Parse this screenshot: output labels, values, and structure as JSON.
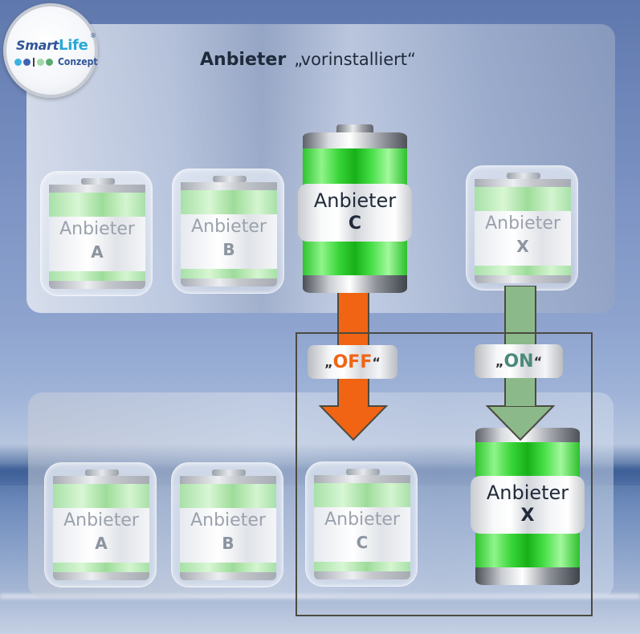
{
  "logo": {
    "brand_part1": "Smart",
    "brand_part2": "Life",
    "registered": "®",
    "subtitle": "Conzept",
    "dot_colors": [
      "#3bb3e0",
      "#3f63b3",
      "#9fd9a8",
      "#5aa873"
    ]
  },
  "heading": {
    "bold": "Anbieter",
    "normal": "„vorinstalliert“"
  },
  "top_row": [
    {
      "line1": "Anbieter",
      "line2": "A",
      "state": "inactive"
    },
    {
      "line1": "Anbieter",
      "line2": "B",
      "state": "inactive"
    },
    {
      "line1": "Anbieter",
      "line2": "C",
      "state": "active"
    },
    {
      "line1": "Anbieter",
      "line2": "X",
      "state": "inactive"
    }
  ],
  "bottom_row": [
    {
      "line1": "Anbieter",
      "line2": "A",
      "state": "inactive"
    },
    {
      "line1": "Anbieter",
      "line2": "B",
      "state": "inactive"
    },
    {
      "line1": "Anbieter",
      "line2": "C",
      "state": "inactive"
    },
    {
      "line1": "Anbieter",
      "line2": "X",
      "state": "active"
    }
  ],
  "switches": {
    "off": {
      "open_quote": "„",
      "label": "OFF",
      "close_quote": "“",
      "color": "#f06414"
    },
    "on": {
      "open_quote": "„",
      "label": "ON",
      "close_quote": "“",
      "color": "#4a8a7a",
      "arrow_color": "#8cb98a"
    }
  }
}
